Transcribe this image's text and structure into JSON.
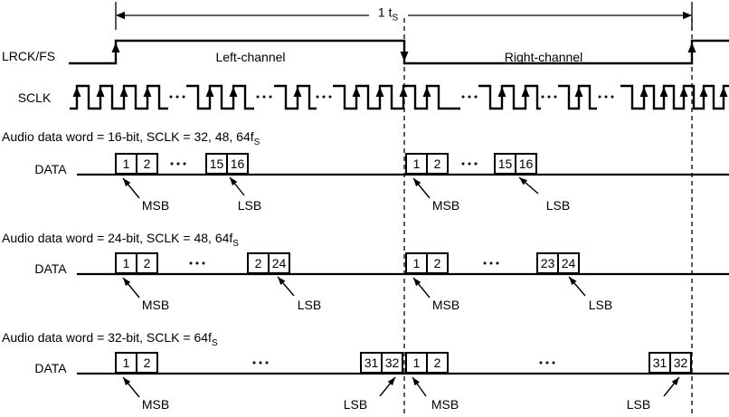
{
  "colors": {
    "ink": "#000000",
    "background": "#ffffff"
  },
  "header": {
    "period_label": "1 t",
    "period_label_sub": "S",
    "lrck_label": "LRCK/FS",
    "left_channel_label": "Left-channel",
    "right_channel_label": "Right-channel",
    "sclk_label": "SCLK"
  },
  "rows": [
    {
      "title": "Audio data word = 16-bit, SCLK = 32, 48, 64f",
      "title_sub": "S",
      "data_label": "DATA",
      "channels": [
        {
          "bits_start": [
            "1",
            "2"
          ],
          "bits_end": [
            "15",
            "16"
          ],
          "msb_label": "MSB",
          "lsb_label": "LSB"
        },
        {
          "bits_start": [
            "1",
            "2"
          ],
          "bits_end": [
            "15",
            "16"
          ],
          "msb_label": "MSB",
          "lsb_label": "LSB"
        }
      ]
    },
    {
      "title": "Audio data word = 24-bit, SCLK = 48, 64f",
      "title_sub": "S",
      "data_label": "DATA",
      "channels": [
        {
          "bits_start": [
            "1",
            "2"
          ],
          "bits_end": [
            "2",
            "24"
          ],
          "msb_label": "MSB",
          "lsb_label": "LSB"
        },
        {
          "bits_start": [
            "1",
            "2"
          ],
          "bits_end": [
            "23",
            "24"
          ],
          "msb_label": "MSB",
          "lsb_label": "LSB"
        }
      ]
    },
    {
      "title": "Audio data word = 32-bit, SCLK = 64f",
      "title_sub": "S",
      "data_label": "DATA",
      "channels": [
        {
          "bits_start": [
            "1",
            "2"
          ],
          "bits_end": [
            "31",
            "32"
          ],
          "msb_label": "MSB",
          "lsb_label": "LSB"
        },
        {
          "bits_start": [
            "1",
            "2"
          ],
          "bits_end": [
            "31",
            "32"
          ],
          "msb_label": "MSB",
          "lsb_label": "LSB"
        }
      ]
    }
  ]
}
